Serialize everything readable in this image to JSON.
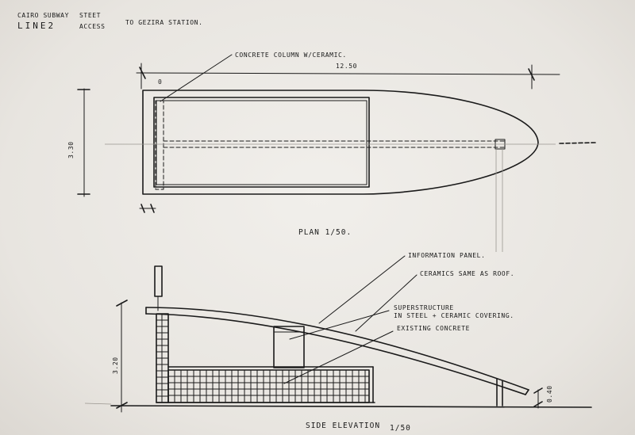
{
  "title_block": {
    "line1_a": "CAIRO SUBWAY",
    "line1_b": "STEET",
    "line1_c": "TO GEZIRA STATION.",
    "line2_a": "LINE2",
    "line2_b": "ACCESS"
  },
  "plan": {
    "caption": "PLAN 1/50.",
    "length_dim": "12.50",
    "width_dim": "3.30",
    "column_note": "CONCRETE COLUMN W/CERAMIC.",
    "column_marker": "0"
  },
  "elevation": {
    "caption": "SIDE ELEVATION",
    "scale": "1/50",
    "height_dim": "3.20",
    "small_dim": "0.40",
    "notes": {
      "info_panel": "INFORMATION PANEL.",
      "ceramics": "CERAMICS SAME AS ROOF.",
      "superstructure_1": "SUPERSTRUCTURE",
      "superstructure_2": "IN STEEL + CERAMIC COVERING.",
      "existing": "EXISTING CONCRETE"
    }
  },
  "colors": {
    "ink": "#1a1a1a",
    "paper": "#efece8"
  }
}
